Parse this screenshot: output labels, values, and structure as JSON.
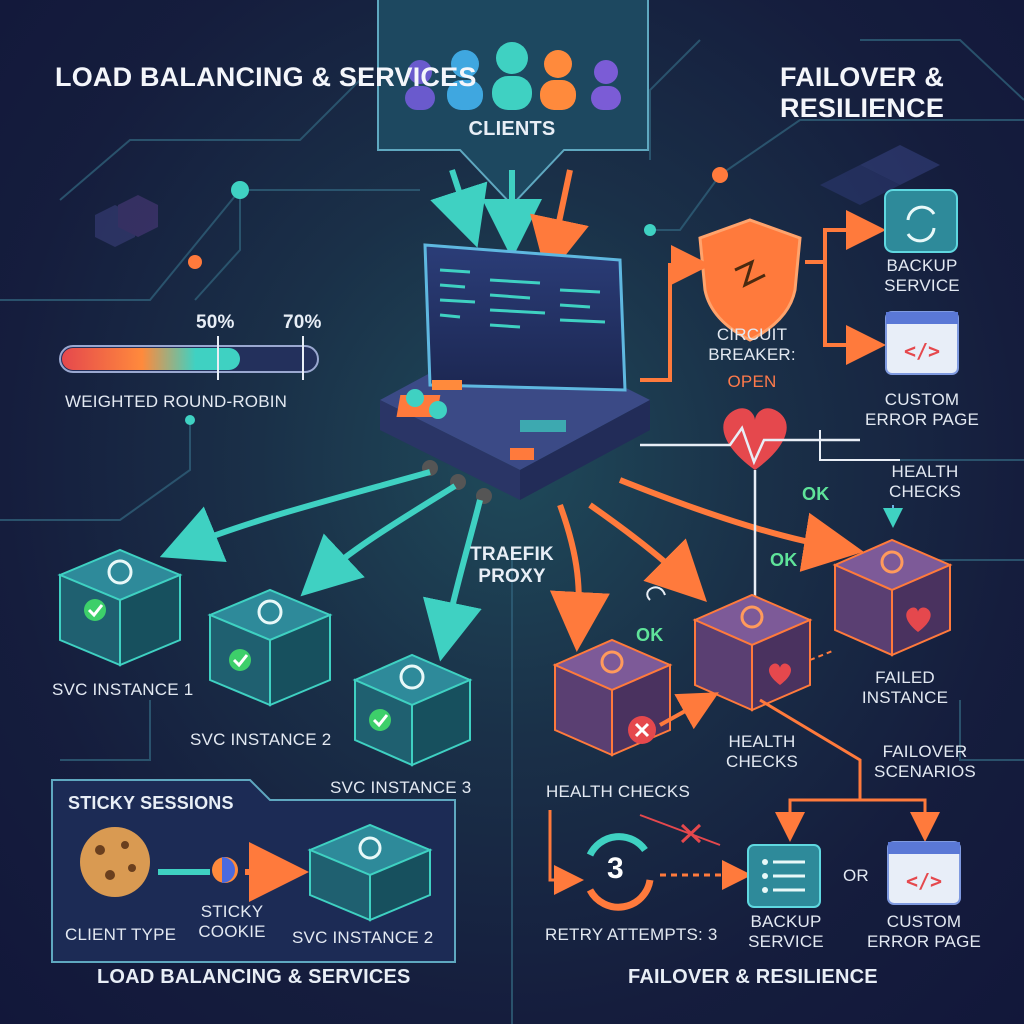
{
  "headers": {
    "left_title": "Load Balancing & Services",
    "right_title": "Failover & Resilience",
    "footer_left": "Load Balancing & Services",
    "footer_right": "Failover & Resilience"
  },
  "clients": {
    "label": "Clients"
  },
  "proxy": {
    "label": "Traefik Proxy"
  },
  "weighted": {
    "label": "Weighted Round-Robin",
    "marks": [
      "50%",
      "70%"
    ],
    "fill_fraction": 0.7
  },
  "instances": [
    {
      "label": "SVC Instance 1",
      "status": "healthy"
    },
    {
      "label": "SVC Instance 2",
      "status": "healthy"
    },
    {
      "label": "SVC Instance 3",
      "status": "healthy"
    }
  ],
  "sticky": {
    "title": "Sticky Sessions",
    "client_label": "Client Type",
    "cookie_label": "Sticky Cookie",
    "target_label": "SVC Instance 2"
  },
  "circuit_breaker": {
    "label": "Circuit Breaker:",
    "state": "Open"
  },
  "fallbacks": {
    "backup_service": "Backup Service",
    "custom_error": "Custom Error Page"
  },
  "health": {
    "label_top": "Health Checks",
    "label_mid": "Health Checks",
    "label_left": "Health Checks",
    "ok_labels": [
      "OK",
      "OK",
      "OK"
    ]
  },
  "failed": {
    "label": "Failed Instance"
  },
  "failover": {
    "label": "Failover Scenarios",
    "or_label": "OR",
    "backup_service": "Backup Service",
    "custom_error": "Custom Error Page"
  },
  "retry": {
    "label": "Retry Attempts: 3",
    "count": "3"
  },
  "colors": {
    "teal": "#3fd1c2",
    "orange": "#ff7a3c",
    "red": "#e5484d",
    "green": "#3dcf6a",
    "purple": "#6b4f86"
  },
  "icons": [
    "users-icon",
    "server-console-icon",
    "container-icon",
    "check-icon",
    "shield-icon",
    "refresh-icon",
    "code-icon",
    "heart-pulse-icon",
    "broken-heart-icon",
    "x-icon",
    "cookie-icon",
    "retry-icon",
    "list-icon"
  ]
}
